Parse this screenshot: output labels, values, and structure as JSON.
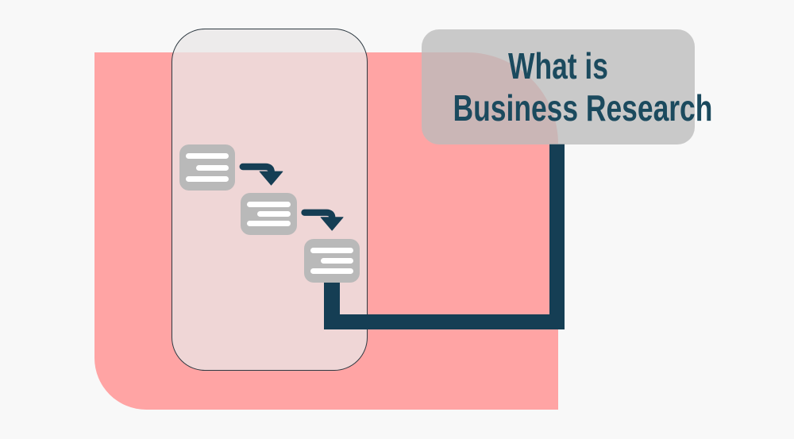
{
  "title_card": {
    "line1": "What is",
    "line2": "Business Research"
  },
  "colors": {
    "background": "#f8f8f8",
    "panel_pink": "#ffa4a4",
    "phone_border": "#2e3a42",
    "card_gray": "#b9b9b9",
    "card_line": "#ffffff",
    "accent_teal": "#153e54",
    "title_text": "#1b4a5e"
  },
  "icons": {
    "flow_arrows": [
      "curved-arrow-down-icon",
      "curved-arrow-down-icon"
    ]
  },
  "flow_cards": [
    {
      "name": "step-card-1",
      "text_lines": 3
    },
    {
      "name": "step-card-2",
      "text_lines": 3
    },
    {
      "name": "step-card-3",
      "text_lines": 3
    }
  ]
}
